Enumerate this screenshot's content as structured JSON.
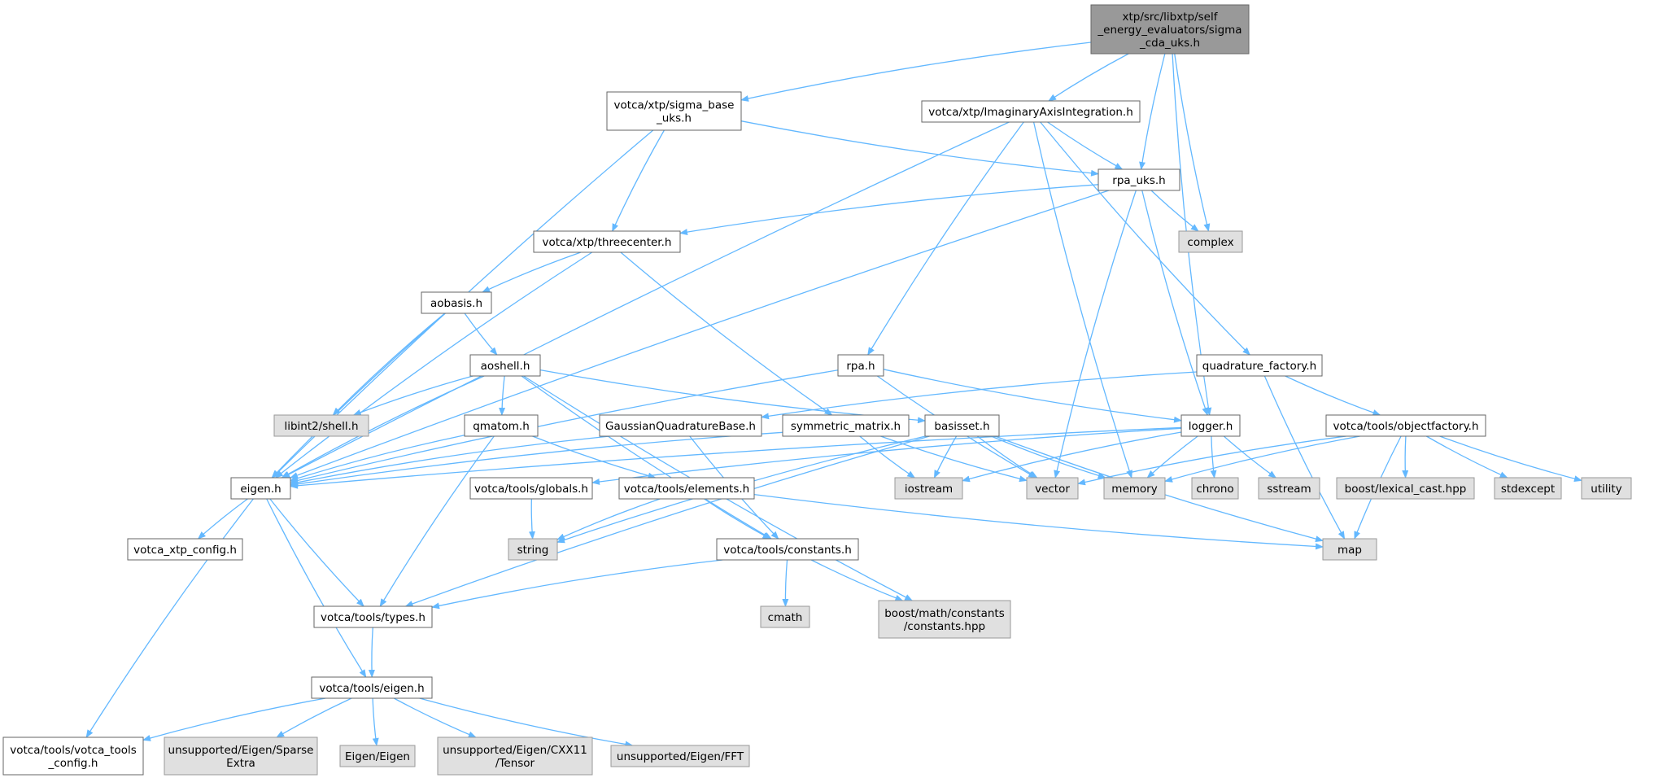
{
  "colors": {
    "edge": "#63b8ff",
    "root_fill": "#999999",
    "root_stroke": "#666666",
    "header_fill": "#ffffff",
    "header_stroke": "#666666",
    "system_fill": "#e0e0e0",
    "system_stroke": "#999999"
  },
  "nodes": [
    {
      "id": "root",
      "kind": "root",
      "lines": [
        "xtp/src/libxtp/self",
        "_energy_evaluators/sigma",
        "_cda_uks.h"
      ]
    },
    {
      "id": "sigma_base",
      "kind": "header",
      "lines": [
        "votca/xtp/sigma_base",
        "_uks.h"
      ]
    },
    {
      "id": "imag",
      "kind": "header",
      "lines": [
        "votca/xtp/ImaginaryAxisIntegration.h"
      ]
    },
    {
      "id": "rpa_uks",
      "kind": "header",
      "lines": [
        "rpa_uks.h"
      ]
    },
    {
      "id": "complex",
      "kind": "system",
      "lines": [
        "complex"
      ]
    },
    {
      "id": "threecenter",
      "kind": "header",
      "lines": [
        "votca/xtp/threecenter.h"
      ]
    },
    {
      "id": "aobasis",
      "kind": "header",
      "lines": [
        "aobasis.h"
      ]
    },
    {
      "id": "aoshell",
      "kind": "header",
      "lines": [
        "aoshell.h"
      ]
    },
    {
      "id": "rpa",
      "kind": "header",
      "lines": [
        "rpa.h"
      ]
    },
    {
      "id": "quadrature_factory",
      "kind": "header",
      "lines": [
        "quadrature_factory.h"
      ]
    },
    {
      "id": "libint2",
      "kind": "system",
      "lines": [
        "libint2/shell.h"
      ]
    },
    {
      "id": "gaussquad",
      "kind": "header",
      "lines": [
        "GaussianQuadratureBase.h"
      ]
    },
    {
      "id": "symmat",
      "kind": "header",
      "lines": [
        "symmetric_matrix.h"
      ]
    },
    {
      "id": "basisset",
      "kind": "header",
      "lines": [
        "basisset.h"
      ]
    },
    {
      "id": "logger",
      "kind": "header",
      "lines": [
        "logger.h"
      ]
    },
    {
      "id": "objectfactory",
      "kind": "header",
      "lines": [
        "votca/tools/objectfactory.h"
      ]
    },
    {
      "id": "qmatom",
      "kind": "header",
      "lines": [
        "qmatom.h"
      ]
    },
    {
      "id": "eigen",
      "kind": "header",
      "lines": [
        "eigen.h"
      ]
    },
    {
      "id": "globals",
      "kind": "header",
      "lines": [
        "votca/tools/globals.h"
      ]
    },
    {
      "id": "elements",
      "kind": "header",
      "lines": [
        "votca/tools/elements.h"
      ]
    },
    {
      "id": "iostream",
      "kind": "system",
      "lines": [
        "iostream"
      ]
    },
    {
      "id": "vector",
      "kind": "system",
      "lines": [
        "vector"
      ]
    },
    {
      "id": "memory",
      "kind": "system",
      "lines": [
        "memory"
      ]
    },
    {
      "id": "chrono",
      "kind": "system",
      "lines": [
        "chrono"
      ]
    },
    {
      "id": "sstream",
      "kind": "system",
      "lines": [
        "sstream"
      ]
    },
    {
      "id": "lexical_cast",
      "kind": "system",
      "lines": [
        "boost/lexical_cast.hpp"
      ]
    },
    {
      "id": "stdexcept",
      "kind": "system",
      "lines": [
        "stdexcept"
      ]
    },
    {
      "id": "utility",
      "kind": "system",
      "lines": [
        "utility"
      ]
    },
    {
      "id": "xtp_config",
      "kind": "header",
      "lines": [
        "votca_xtp_config.h"
      ]
    },
    {
      "id": "string",
      "kind": "system",
      "lines": [
        "string"
      ]
    },
    {
      "id": "constants",
      "kind": "header",
      "lines": [
        "votca/tools/constants.h"
      ]
    },
    {
      "id": "map",
      "kind": "system",
      "lines": [
        "map"
      ]
    },
    {
      "id": "types",
      "kind": "header",
      "lines": [
        "votca/tools/types.h"
      ]
    },
    {
      "id": "cmath",
      "kind": "system",
      "lines": [
        "cmath"
      ]
    },
    {
      "id": "boost_constants",
      "kind": "system",
      "lines": [
        "boost/math/constants",
        "/constants.hpp"
      ]
    },
    {
      "id": "tools_eigen",
      "kind": "header",
      "lines": [
        "votca/tools/eigen.h"
      ]
    },
    {
      "id": "tools_config",
      "kind": "header",
      "lines": [
        "votca/tools/votca_tools",
        "_config.h"
      ]
    },
    {
      "id": "sparse",
      "kind": "system",
      "lines": [
        "unsupported/Eigen/Sparse",
        "Extra"
      ]
    },
    {
      "id": "eigen_eigen",
      "kind": "system",
      "lines": [
        "Eigen/Eigen"
      ]
    },
    {
      "id": "tensor",
      "kind": "system",
      "lines": [
        "unsupported/Eigen/CXX11",
        "/Tensor"
      ]
    },
    {
      "id": "fft",
      "kind": "system",
      "lines": [
        "unsupported/Eigen/FFT"
      ]
    }
  ],
  "edges": [
    [
      "root",
      "sigma_base"
    ],
    [
      "root",
      "imag"
    ],
    [
      "root",
      "rpa_uks"
    ],
    [
      "root",
      "complex"
    ],
    [
      "root",
      "logger"
    ],
    [
      "sigma_base",
      "eigen"
    ],
    [
      "sigma_base",
      "rpa_uks"
    ],
    [
      "sigma_base",
      "threecenter"
    ],
    [
      "imag",
      "eigen"
    ],
    [
      "imag",
      "rpa_uks"
    ],
    [
      "imag",
      "rpa"
    ],
    [
      "imag",
      "quadrature_factory"
    ],
    [
      "imag",
      "memory"
    ],
    [
      "rpa_uks",
      "complex"
    ],
    [
      "rpa_uks",
      "threecenter"
    ],
    [
      "rpa_uks",
      "eigen"
    ],
    [
      "rpa_uks",
      "logger"
    ],
    [
      "rpa_uks",
      "vector"
    ],
    [
      "threecenter",
      "eigen"
    ],
    [
      "threecenter",
      "aobasis"
    ],
    [
      "threecenter",
      "symmat"
    ],
    [
      "aobasis",
      "eigen"
    ],
    [
      "aobasis",
      "libint2"
    ],
    [
      "aobasis",
      "aoshell"
    ],
    [
      "aoshell",
      "libint2"
    ],
    [
      "aoshell",
      "eigen"
    ],
    [
      "aoshell",
      "qmatom"
    ],
    [
      "aoshell",
      "basisset"
    ],
    [
      "aoshell",
      "constants"
    ],
    [
      "aoshell",
      "boost_constants"
    ],
    [
      "rpa",
      "eigen"
    ],
    [
      "rpa",
      "logger"
    ],
    [
      "rpa",
      "vector"
    ],
    [
      "quadrature_factory",
      "gaussquad"
    ],
    [
      "quadrature_factory",
      "objectfactory"
    ],
    [
      "quadrature_factory",
      "map"
    ],
    [
      "gaussquad",
      "eigen"
    ],
    [
      "gaussquad",
      "constants"
    ],
    [
      "symmat",
      "eigen"
    ],
    [
      "symmat",
      "iostream"
    ],
    [
      "symmat",
      "vector"
    ],
    [
      "basisset",
      "types"
    ],
    [
      "basisset",
      "string"
    ],
    [
      "basisset",
      "iostream"
    ],
    [
      "basisset",
      "vector"
    ],
    [
      "basisset",
      "memory"
    ],
    [
      "basisset",
      "map"
    ],
    [
      "logger",
      "eigen"
    ],
    [
      "logger",
      "globals"
    ],
    [
      "logger",
      "iostream"
    ],
    [
      "logger",
      "chrono"
    ],
    [
      "logger",
      "sstream"
    ],
    [
      "logger",
      "memory"
    ],
    [
      "objectfactory",
      "vector"
    ],
    [
      "objectfactory",
      "memory"
    ],
    [
      "objectfactory",
      "lexical_cast"
    ],
    [
      "objectfactory",
      "stdexcept"
    ],
    [
      "objectfactory",
      "utility"
    ],
    [
      "objectfactory",
      "map"
    ],
    [
      "qmatom",
      "eigen"
    ],
    [
      "qmatom",
      "types"
    ],
    [
      "qmatom",
      "elements"
    ],
    [
      "eigen",
      "xtp_config"
    ],
    [
      "eigen",
      "types"
    ],
    [
      "eigen",
      "tools_eigen"
    ],
    [
      "eigen",
      "tools_config"
    ],
    [
      "globals",
      "string"
    ],
    [
      "elements",
      "string"
    ],
    [
      "elements",
      "constants"
    ],
    [
      "elements",
      "map"
    ],
    [
      "constants",
      "types"
    ],
    [
      "constants",
      "cmath"
    ],
    [
      "constants",
      "boost_constants"
    ],
    [
      "types",
      "tools_eigen"
    ],
    [
      "tools_eigen",
      "tools_config"
    ],
    [
      "tools_eigen",
      "sparse"
    ],
    [
      "tools_eigen",
      "eigen_eigen"
    ],
    [
      "tools_eigen",
      "tensor"
    ],
    [
      "tools_eigen",
      "fft"
    ]
  ]
}
